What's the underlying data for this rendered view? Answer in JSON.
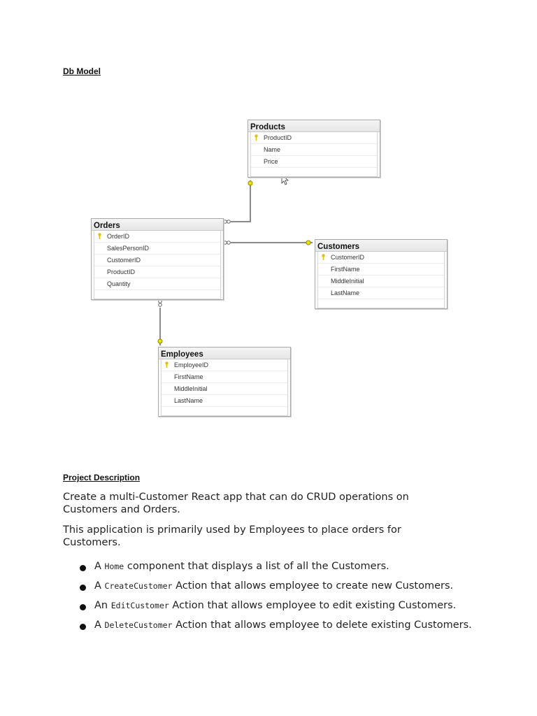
{
  "headings": {
    "db_model": "Db Model",
    "project_description": "Project Description"
  },
  "diagram": {
    "tables": {
      "products": {
        "name": "Products",
        "fields": [
          "ProductID",
          "Name",
          "Price"
        ]
      },
      "orders": {
        "name": "Orders",
        "fields": [
          "OrderID",
          "SalesPersonID",
          "CustomerID",
          "ProductID",
          "Quantity"
        ]
      },
      "customers": {
        "name": "Customers",
        "fields": [
          "CustomerID",
          "FirstName",
          "MiddleInitial",
          "LastName"
        ]
      },
      "employees": {
        "name": "Employees",
        "fields": [
          "EmployeeID",
          "FirstName",
          "MiddleInitial",
          "LastName"
        ]
      }
    },
    "colors": {
      "key": "#e2c100",
      "line": "#7a7a7a"
    }
  },
  "paragraphs": [
    "Create a multi-Customer React app that can do CRUD operations on Customers and Orders.",
    "This application is primarily used by Employees to place orders for Customers."
  ],
  "bullets": [
    {
      "prefix": "A ",
      "code": "Home",
      "text": " component that displays a list of all the Customers."
    },
    {
      "prefix": "A ",
      "code": "CreateCustomer",
      "text": " Action that allows employee to create new Customers."
    },
    {
      "prefix": "An ",
      "code": "EditCustomer",
      "text": " Action that allows employee to edit existing Customers."
    },
    {
      "prefix": "A ",
      "code": "DeleteCustomer",
      "text": " Action that allows employee to delete existing Customers."
    }
  ]
}
